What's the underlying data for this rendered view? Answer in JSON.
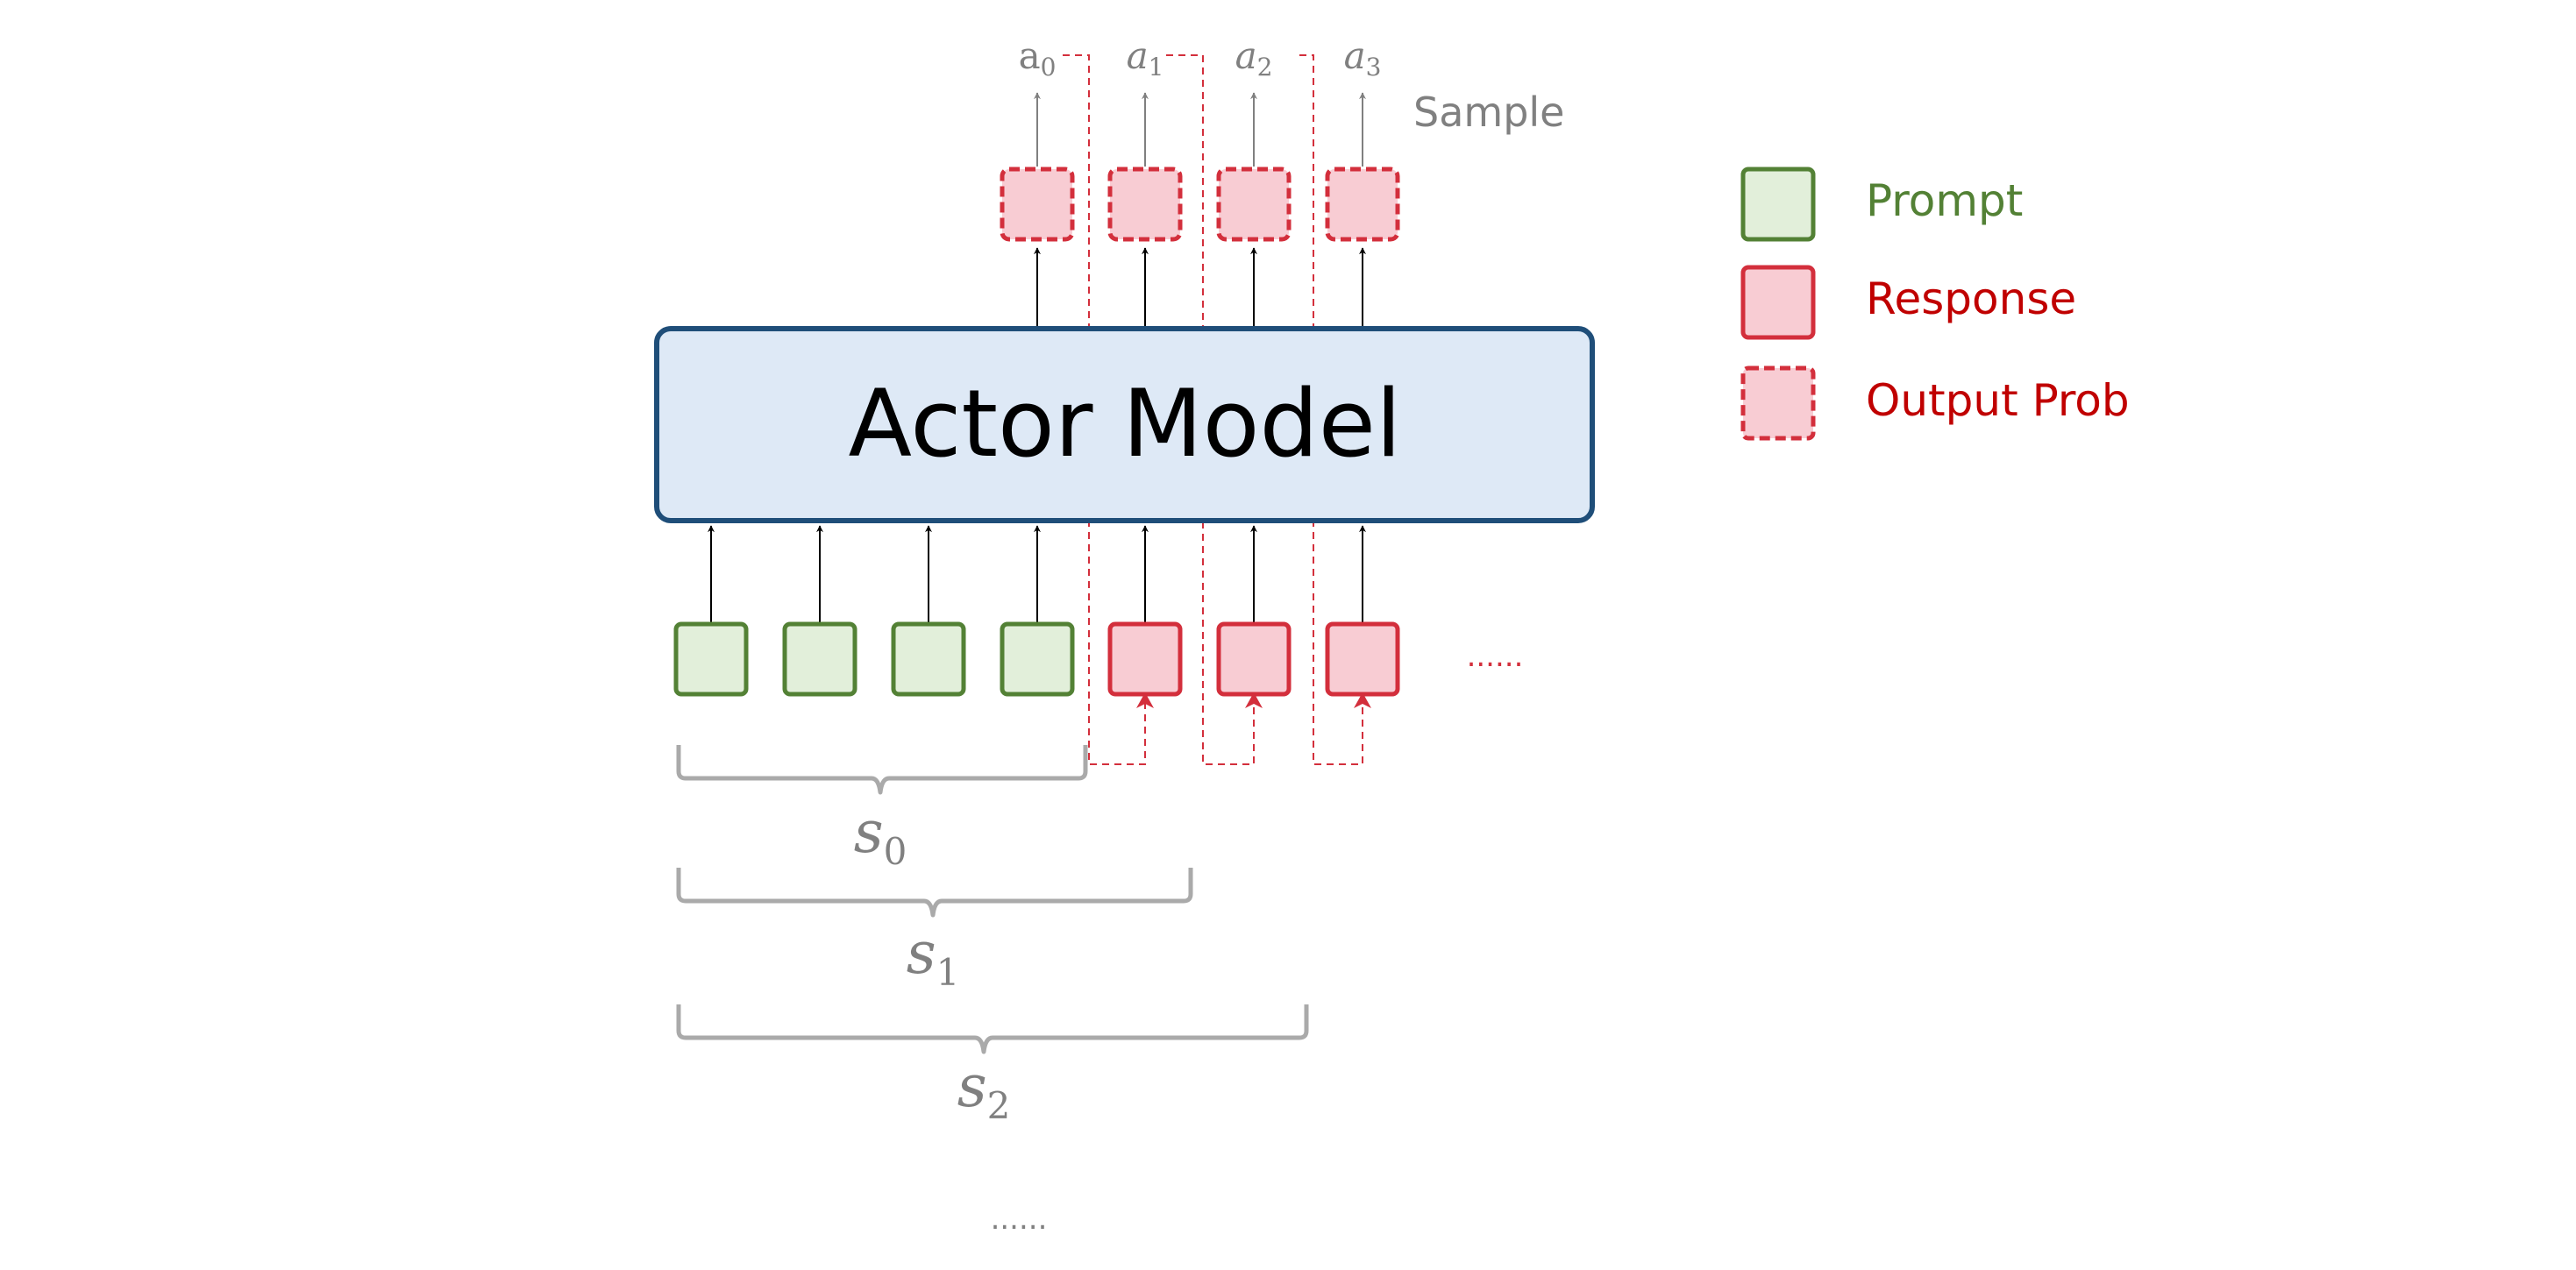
{
  "actor_model": {
    "label": "Actor Model"
  },
  "sample_label": "Sample",
  "outputs": [
    {
      "letter": "a",
      "index": "0"
    },
    {
      "letter": "a",
      "index": "1"
    },
    {
      "letter": "a",
      "index": "2"
    },
    {
      "letter": "a",
      "index": "3"
    }
  ],
  "states": [
    {
      "letter": "s",
      "index": "0"
    },
    {
      "letter": "s",
      "index": "1"
    },
    {
      "letter": "s",
      "index": "2"
    }
  ],
  "ellipsis_row": "......",
  "ellipsis_bottom": "......",
  "legend": {
    "items": [
      {
        "label": "Prompt"
      },
      {
        "label": "Response"
      },
      {
        "label": "Output Prob"
      }
    ]
  },
  "colors": {
    "prompt_fill": "#e2efda",
    "prompt_stroke": "#538135",
    "response_fill": "#f8ccd3",
    "response_stroke": "#d32f3c",
    "model_fill": "#dee9f6",
    "model_stroke": "#1f4e79",
    "bracket": "#aaaaaa",
    "gray_text": "#808080"
  }
}
